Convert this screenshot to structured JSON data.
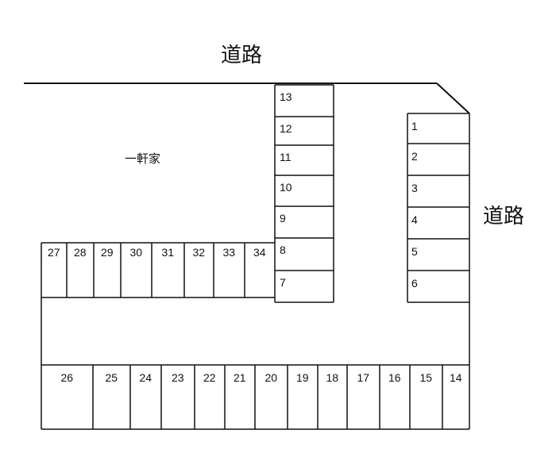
{
  "roads": {
    "top": "道路",
    "right": "道路"
  },
  "house": {
    "label": "一軒家"
  },
  "spaces": {
    "right_column": [
      "1",
      "2",
      "3",
      "4",
      "5",
      "6"
    ],
    "center_column": [
      "13",
      "12",
      "11",
      "10",
      "9",
      "8",
      "7"
    ],
    "left_row": [
      "27",
      "28",
      "29",
      "30",
      "31",
      "32",
      "33",
      "34"
    ],
    "bottom_row": [
      "26",
      "25",
      "24",
      "23",
      "22",
      "21",
      "20",
      "19",
      "18",
      "17",
      "16",
      "15",
      "14"
    ]
  }
}
